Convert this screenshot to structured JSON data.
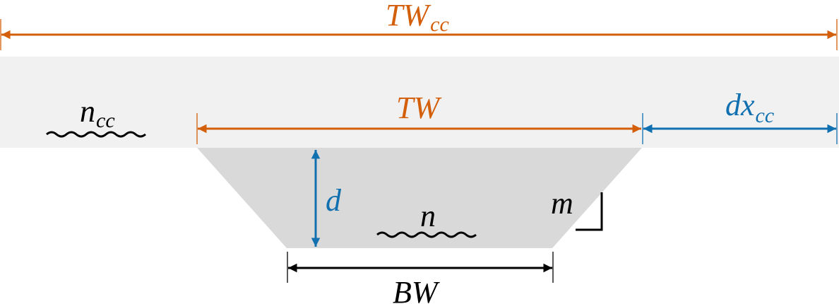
{
  "colors": {
    "orange": "#D35F0A",
    "blue": "#1170B0",
    "black": "#000000",
    "floodplain_band": "#F1F1F1",
    "channel_fill": "#D9D9D9"
  },
  "labels": {
    "tw_cc": {
      "main": "TW",
      "sub": "cc"
    },
    "tw": {
      "main": "TW"
    },
    "dx_cc": {
      "main": "dx",
      "sub": "cc"
    },
    "n_cc": {
      "main": "n",
      "sub": "cc"
    },
    "d": {
      "main": "d"
    },
    "n": {
      "main": "n"
    },
    "m": {
      "main": "m"
    },
    "bw": {
      "main": "BW"
    }
  }
}
